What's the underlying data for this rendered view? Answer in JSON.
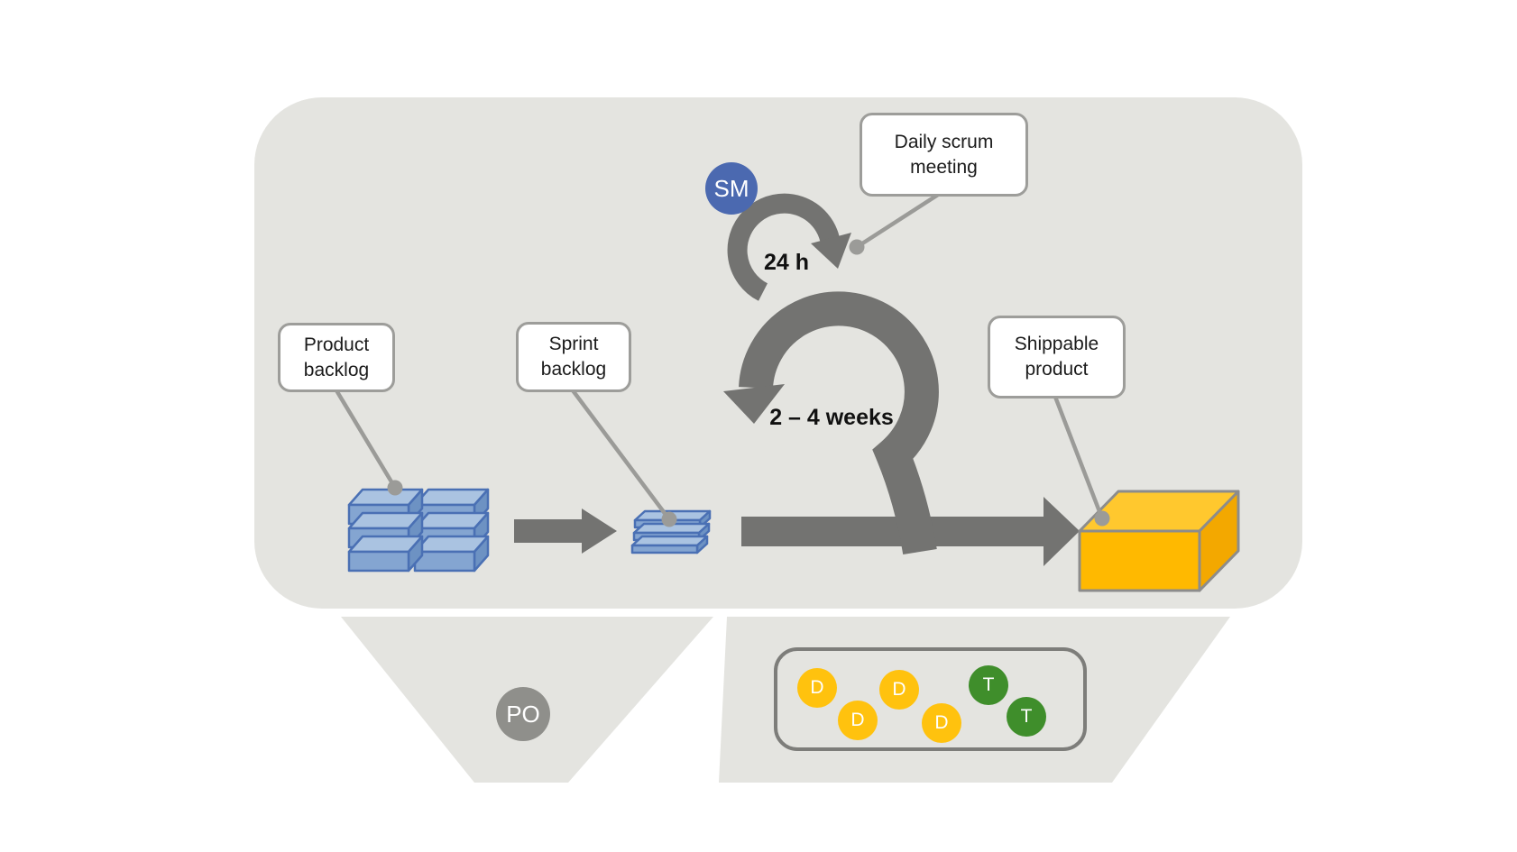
{
  "callouts": {
    "product_backlog": {
      "line1": "Product",
      "line2": "backlog"
    },
    "sprint_backlog": {
      "line1": "Sprint",
      "line2": "backlog"
    },
    "daily_scrum": {
      "line1": "Daily scrum",
      "line2": "meeting"
    },
    "shippable_product": {
      "line1": "Shippable",
      "line2": "product"
    }
  },
  "loops": {
    "daily_label": "24 h",
    "sprint_label": "2 – 4 weeks"
  },
  "roles": {
    "scrum_master": "SM",
    "product_owner": "PO"
  },
  "team": {
    "members": [
      {
        "role": "developer",
        "label": "D"
      },
      {
        "role": "developer",
        "label": "D"
      },
      {
        "role": "developer",
        "label": "D"
      },
      {
        "role": "developer",
        "label": "D"
      },
      {
        "role": "tester",
        "label": "T"
      },
      {
        "role": "tester",
        "label": "T"
      }
    ]
  },
  "colors": {
    "panel_gray": "#e4e4e0",
    "arrow_gray": "#737371",
    "leader_line_gray": "#9b9b98",
    "callout_border_gray": "#9d9d9a",
    "team_box_border_gray": "#7d7d7a",
    "scrum_master_blue": "#4b69b0",
    "product_owner_gray": "#8f8f8b",
    "developer_yellow": "#ffc20e",
    "tester_green": "#3f8e2b",
    "backlog_blue_front": "#84a5d1",
    "backlog_blue_top": "#aac3e1",
    "backlog_blue_side": "#6d92c3",
    "backlog_blue_border": "#4a70b4",
    "product_yellow_front": "#ffb900",
    "product_yellow_top": "#ffc82e",
    "product_yellow_side": "#f3a800",
    "product_box_border": "#8c8c8c"
  }
}
